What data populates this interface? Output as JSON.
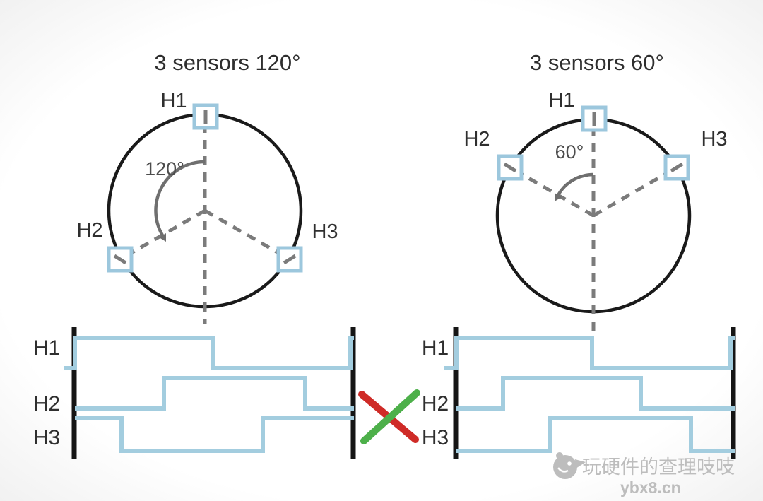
{
  "colors": {
    "signal_blue": "#a3cddf",
    "sensor_blue": "#9cc7dd",
    "circle_black": "#1a1a1a",
    "dash_gray": "#7b7b7b",
    "arc_gray": "#6f6f6f",
    "angle_gray": "#4d4d4d",
    "text_dark": "#2f2f2f",
    "check_green": "#4db04a",
    "cross_red": "#cf2b27",
    "watermark_gray": "#bdbdbd"
  },
  "panels": [
    {
      "title": "3 sensors 120°",
      "angle_label": "120°",
      "labels": {
        "h1": "H1",
        "h2": "H2",
        "h3": "H3"
      },
      "waveforms": {
        "h1": [
          [
            90,
            521
          ],
          [
            106,
            521
          ],
          [
            106,
            478
          ],
          [
            302,
            478
          ],
          [
            302,
            521
          ],
          [
            496,
            521
          ],
          [
            496,
            478
          ],
          [
            501,
            478
          ]
        ],
        "h2": [
          [
            106,
            578
          ],
          [
            232,
            578
          ],
          [
            232,
            535
          ],
          [
            432,
            535
          ],
          [
            432,
            578
          ],
          [
            501,
            578
          ]
        ],
        "h3": [
          [
            106,
            592
          ],
          [
            172,
            592
          ],
          [
            172,
            638
          ],
          [
            372,
            638
          ],
          [
            372,
            592
          ],
          [
            501,
            592
          ]
        ]
      }
    },
    {
      "title": "3 sensors 60°",
      "angle_label": "60°",
      "labels": {
        "h1": "H1",
        "h2": "H2",
        "h3": "H3"
      },
      "waveforms": {
        "h1": [
          [
            628,
            521
          ],
          [
            646,
            521
          ],
          [
            646,
            478
          ],
          [
            838,
            478
          ],
          [
            838,
            521
          ],
          [
            1034,
            521
          ],
          [
            1034,
            478
          ],
          [
            1040,
            478
          ]
        ],
        "h2": [
          [
            646,
            578
          ],
          [
            712,
            578
          ],
          [
            712,
            535
          ],
          [
            907,
            535
          ],
          [
            907,
            578
          ],
          [
            1040,
            578
          ]
        ],
        "h3": [
          [
            646,
            638
          ],
          [
            778,
            638
          ],
          [
            778,
            592
          ],
          [
            978,
            592
          ],
          [
            978,
            638
          ],
          [
            1040,
            638
          ]
        ]
      }
    }
  ],
  "watermark": {
    "name": "玩硬件的查理吱吱",
    "site": "ybx8.cn"
  }
}
